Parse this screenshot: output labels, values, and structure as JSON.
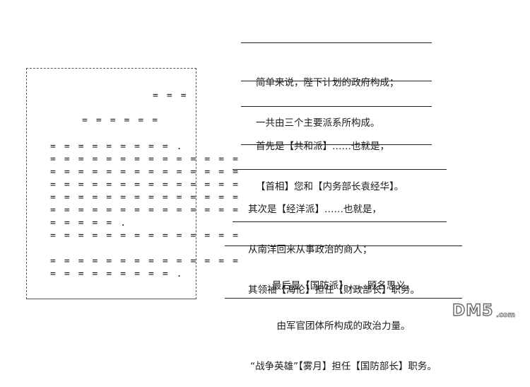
{
  "document": {
    "lines": [
      "= = =",
      "= = = = = =",
      "= = = = = = = = = .",
      "= = = = = = = = = = = = = =",
      "= = = = = = = = = = = = = =",
      "= = = = = = = = = = = = = =",
      "= = = = = = = = = = = = = =",
      "= = = = = = = = = = = = = =",
      "= = = = = .",
      "= = = = = = = = = = = = = =",
      "= = = = = = = = = = = = = =",
      "= = = = = = = = = ."
    ]
  },
  "captions": [
    {
      "lines": [
        "简单来说，陛下计划的政府构成；",
        "一共由三个主要派系所构成。"
      ]
    },
    {
      "lines": [
        "首先是【共和派】……也就是，",
        "【首相】您和【内务部长袁经华】。"
      ]
    },
    {
      "lines": [
        "其次是【经洋派】……也就是，",
        "从南洋回来从事政治的商人；",
        "其领袖【海伦】担任【财政部长】职务。"
      ]
    },
    {
      "lines": [
        "最后是【国防派】……顾名思义，",
        "由军官团体所构成的政治力量。",
        "“战争英雄”【雾月】担任【国防部长】职务。"
      ]
    }
  ],
  "logo": {
    "text": "DM5",
    "suffix": ".com"
  }
}
